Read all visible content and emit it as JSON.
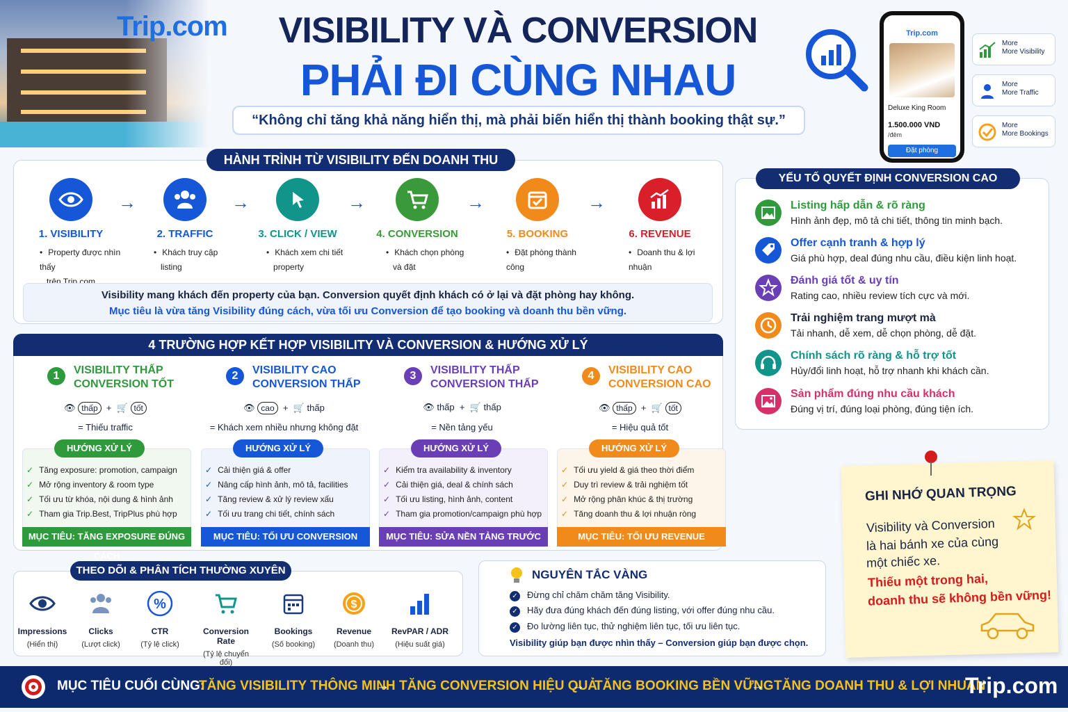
{
  "header": {
    "brand": "Trip.com",
    "title_line1": "VISIBILITY VÀ CONVERSION",
    "title_line2": "PHẢI ĐI CÙNG NHAU",
    "quote": "“Không chỉ tăng khả năng hiển thị, mà phải biến hiển thị thành booking thật sự.”"
  },
  "phone": {
    "brand": "Trip.com",
    "room_name": "Deluxe King Room",
    "price": "1.500.000 VND",
    "per_night": "/đêm",
    "button": "Đặt phòng",
    "side_boxes": [
      {
        "l1": "More",
        "l2": "More Visibility",
        "icon": "chart-up-icon"
      },
      {
        "l1": "More",
        "l2": "More Traffic",
        "icon": "users-icon"
      },
      {
        "l1": "More",
        "l2": "More Bookings",
        "icon": "check-circle-icon"
      }
    ]
  },
  "journey": {
    "title": "HÀNH TRÌNH TỪ VISIBILITY ĐẾN DOANH THU",
    "steps": [
      {
        "label": "1. VISIBILITY",
        "l1": "Property được nhìn thấy",
        "l2": "trên Trip.com",
        "color": "#1557d6",
        "icon": "eye-icon"
      },
      {
        "label": "2. TRAFFIC",
        "l1": "Khách truy cập",
        "l2": "listing",
        "color": "#1557d6",
        "icon": "users-icon"
      },
      {
        "label": "3. CLICK / VIEW",
        "l1": "Khách xem chi tiết",
        "l2": "property",
        "color": "#11958a",
        "icon": "cursor-icon"
      },
      {
        "label": "4. CONVERSION",
        "l1": "Khách chọn phòng",
        "l2": "và đặt",
        "color": "#3a9a3a",
        "icon": "cart-icon"
      },
      {
        "label": "5. BOOKING",
        "l1": "Đặt phòng thành công",
        "l2": "",
        "color": "#f08a1a",
        "icon": "calendar-check-icon"
      },
      {
        "label": "6. REVENUE",
        "l1": "Doanh thu & lợi nhuận",
        "l2": "",
        "color": "#d91f2a",
        "icon": "revenue-chart-icon"
      }
    ],
    "note_line1": "Visibility mang khách đến property của bạn. Conversion quyết định khách có ở lại và đặt phòng hay không.",
    "note_line2": "Mục tiêu là vừa tăng Visibility đúng cách, vừa tối ưu Conversion để tạo booking và doanh thu bền vững."
  },
  "factors": {
    "title": "YẾU TỐ QUYẾT ĐỊNH CONVERSION CAO",
    "items": [
      {
        "title": "Listing hấp dẫn & rõ ràng",
        "desc": "Hình ảnh đẹp, mô tả chi tiết, thông tin minh bạch.",
        "color": "#2f9a3c",
        "icon": "image-icon"
      },
      {
        "title": "Offer cạnh tranh & hợp lý",
        "desc": "Giá phù hợp, deal đúng nhu cầu, điều kiện linh hoạt.",
        "color": "#1557d6",
        "icon": "tag-icon"
      },
      {
        "title": "Đánh giá tốt & uy tín",
        "desc": "Rating cao, nhiều review tích cực và mới.",
        "color": "#6a3fb5",
        "icon": "star-icon"
      },
      {
        "title": "Trải nghiệm trang mượt mà",
        "desc": "Tải nhanh, dễ xem, dễ chọn phòng, dễ đặt.",
        "color": "#f08a1a",
        "icon": "clock-icon"
      },
      {
        "title": "Chính sách rõ ràng & hỗ trợ tốt",
        "desc": "Hủy/đổi linh hoạt, hỗ trợ nhanh khi khách cần.",
        "color": "#11958a",
        "icon": "headset-icon"
      },
      {
        "title": "Sản phẩm đúng nhu cầu khách",
        "desc": "Đúng vị trí, đúng loại phòng, đúng tiện ích.",
        "color": "#d6306a",
        "icon": "photo-icon"
      }
    ]
  },
  "cases": {
    "title": "4 TRƯỜNG HỢP KẾT HỢP VISIBILITY VÀ CONVERSION & HƯỚNG XỬ LÝ",
    "action_label": "HƯỚNG XỬ LÝ",
    "items": [
      {
        "num": "1",
        "h1": "VISIBILITY THẤP",
        "h2": "CONVERSION TỐT",
        "v": "thấp",
        "c": "tốt",
        "result": "= Thiếu traffic",
        "color": "#2f9a3c",
        "actions": [
          "Tăng exposure: promotion, campaign",
          "Mở rộng inventory & room type",
          "Tối ưu từ khóa, nội dung & hình ảnh",
          "Tham gia Trip.Best, TripPlus phù hợp"
        ],
        "goal": "MỤC TIÊU: TĂNG EXPOSURE ĐÚNG CÁCH"
      },
      {
        "num": "2",
        "h1": "VISIBILITY CAO",
        "h2": "CONVERSION THẤP",
        "v": "cao",
        "c": "thấp",
        "result": "= Khách xem nhiều nhưng không đặt",
        "color": "#1557d6",
        "actions": [
          "Cải thiện giá & offer",
          "Nâng cấp hình ảnh, mô tả, facilities",
          "Tăng review & xử lý review xấu",
          "Tối ưu trang chi tiết, chính sách"
        ],
        "goal": "MỤC TIÊU: TỐI ƯU CONVERSION"
      },
      {
        "num": "3",
        "h1": "VISIBILITY THẤP",
        "h2": "CONVERSION THẤP",
        "v": "thấp",
        "c": "thấp",
        "result": "= Nền tảng yếu",
        "color": "#6a3fb5",
        "actions": [
          "Kiểm tra availability & inventory",
          "Cải thiện giá, deal & chính sách",
          "Tối ưu listing, hình ảnh, content",
          "Tham gia promotion/campaign phù hợp"
        ],
        "goal": "MỤC TIÊU: SỬA NỀN TẢNG TRƯỚC"
      },
      {
        "num": "4",
        "h1": "VISIBILITY CAO",
        "h2": "CONVERSION CAO",
        "v": "thấp",
        "c": "tốt",
        "result": "= Hiệu quả tốt",
        "color": "#f08a1a",
        "actions": [
          "Tối ưu yield & giá theo thời điểm",
          "Duy trì review & trải nghiệm tốt",
          "Mở rộng phân khúc & thị trường",
          "Tăng doanh thu & lợi nhuận ròng"
        ],
        "goal": "MỤC TIÊU: TỐI ƯU REVENUE"
      }
    ]
  },
  "tracking": {
    "title": "THEO DÕI & PHÂN TÍCH THƯỜNG XUYÊN",
    "metrics": [
      {
        "name": "Impressions",
        "sub": "(Hiển thị)",
        "icon": "eye-icon"
      },
      {
        "name": "Clicks",
        "sub": "(Lượt click)",
        "icon": "users-icon"
      },
      {
        "name": "CTR",
        "sub": "(Tỷ lệ click)",
        "icon": "percent-icon"
      },
      {
        "name": "Conversion Rate",
        "sub": "(Tỷ lệ chuyển đổi)",
        "icon": "cart-icon"
      },
      {
        "name": "Bookings",
        "sub": "(Số booking)",
        "icon": "calendar-icon"
      },
      {
        "name": "Revenue",
        "sub": "(Doanh thu)",
        "icon": "coin-icon"
      },
      {
        "name": "RevPAR / ADR",
        "sub": "(Hiệu suất giá)",
        "icon": "bar-chart-icon"
      }
    ]
  },
  "golden": {
    "title": "NGUYÊN TẮC VÀNG",
    "rules": [
      "Đừng chỉ chăm chăm tăng Visibility.",
      "Hãy đưa đúng khách đến đúng listing, với offer đúng nhu cầu.",
      "Đo lường liên tục, thử nghiệm liên tục, tối ưu liên tục."
    ],
    "footer": "Visibility giúp bạn được nhìn thấy – Conversion giúp bạn được chọn."
  },
  "note": {
    "title": "GHI NHỚ QUAN TRỌNG",
    "l1": "Visibility và Conversion",
    "l2": "là hai bánh xe của cùng",
    "l3": "một chiếc xe.",
    "r1": "Thiếu một trong hai,",
    "r2": "doanh thu sẽ không bền vững!"
  },
  "footer": {
    "label": "MỤC TIÊU CUỐI CÙNG:",
    "g1": "TĂNG VISIBILITY THÔNG MINH",
    "g2": "TĂNG CONVERSION HIỆU QUẢ",
    "g3": "TĂNG BOOKING BỀN VỮNG",
    "g4": "TĂNG DOANH THU & LỢI NHUẬN",
    "brand": "Trip.com"
  }
}
